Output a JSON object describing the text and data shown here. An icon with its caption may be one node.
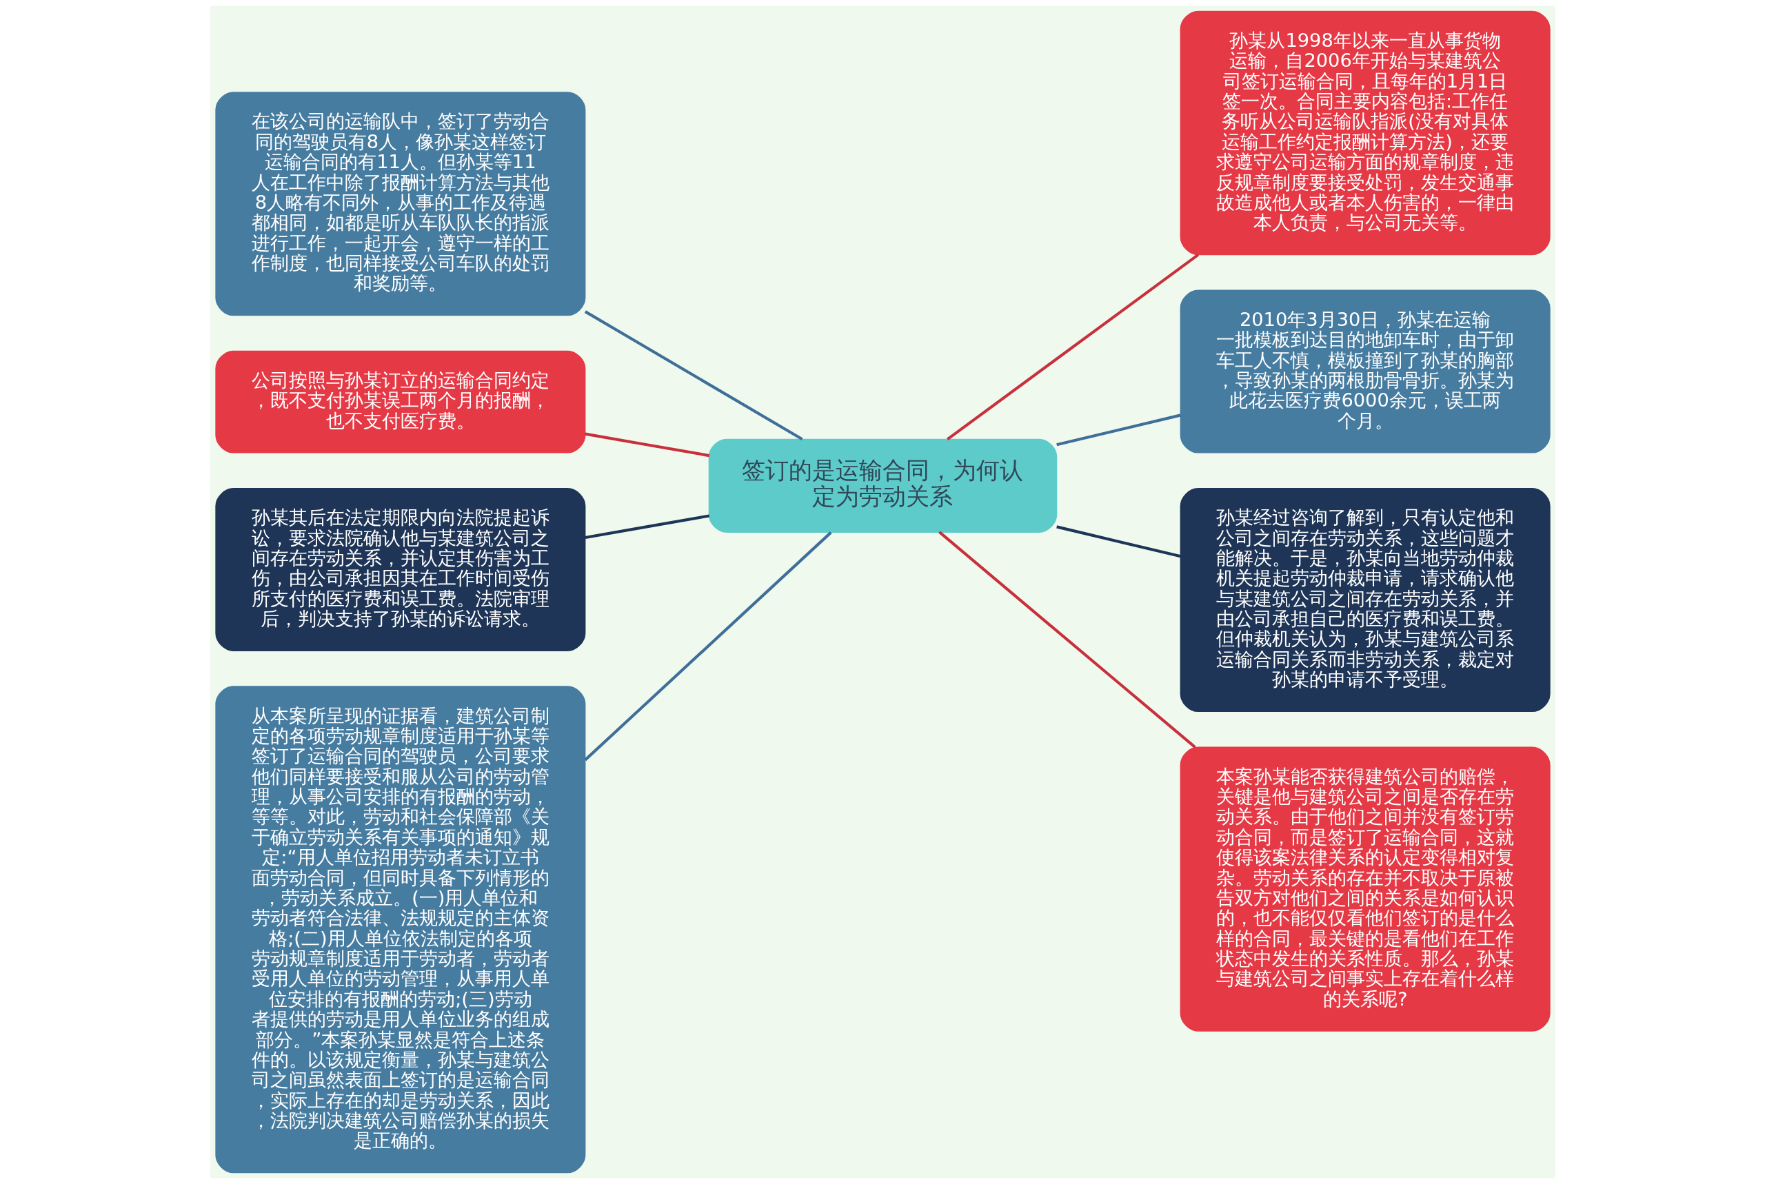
{
  "diagram": {
    "nodes": [
      {
        "text": [
          "签订的是运输合同，为何认定为劳动关系"
        ]
      },
      {
        "text": [
          "孙某从1998年以来一直从事货物运输，自2006年开始与某建筑公司签订运输合同，且每年的1月1日签一次。合同主要内容包括:工作任务听从公司运输队指派(没有对具体运输工作约定报酬计算方法)，还要求遵守公司运输方面的规章制度，违反规章制度要接受处罚，发生交通事故造成他人或者本人伤害的，一律由本人负责，与公司无关等。"
        ]
      },
      {
        "text": [
          "2010年3月30日，孙某在运输一批模板到达目的地卸车时，由于卸车工人不慎，模板撞到了孙某的胸部，导致孙某的两根肋骨骨折。孙某为此花去医疗费6000余元，误工两个月。"
        ]
      },
      {
        "text": [
          "孙某经过咨询了解到，只有认定他和公司之间存在劳动关系，这些问题才能解决。于是，孙某向当地劳动仲裁机关提起劳动仲裁申请，请求确认他与某建筑公司之间存在劳动关系，并由公司承担自己的医疗费和误工费。但仲裁机关认为，孙某与建筑公司系运输合同关系而非劳动关系，裁定对孙某的申请不予受理。"
        ]
      },
      {
        "text": [
          "本案孙某能否获得建筑公司的赔偿，关键是他与建筑公司之间是否存在劳动关系。由于他们之间并没有签订劳动合同，而是签订了运输合同，这就使得该案法律关系的认定变得相对复杂。劳动关系的存在并不取决于原被告双方对他们之间的关系是如何认识的，也不能仅仅看他们签订的是什么样的合同，最关键的是看他们在工作状态中发生的关系性质。那么，孙某与建筑公司之间事实上存在着什么样的关系呢?"
        ]
      },
      {
        "text": [
          "在该公司的运输队中，签订了劳动合同的驾驶员有8人，像孙某这样签订运输合同的有11人。但孙某等11人在工作中除了报酬计算方法与其他8人略有不同外，从事的工作及待遇都相同，如都是听从车队队长的指派进行工作，一起开会，遵守一样的工作制度，也同样接受公司车队的处罚和奖励等。"
        ]
      },
      {
        "text": [
          "公司按照与孙某订立的运输合同约定，既不支付孙某误工两个月的报酬，也不支付医疗费。"
        ]
      },
      {
        "text": [
          "孙某其后在法定期限内向法院提起诉讼，要求法院确认他与某建筑公司之间存在劳动关系，并认定其伤害为工伤，由公司承担因其在工作时间受伤所支付的医疗费和误工费。法院审理后，判决支持了孙某的诉讼请求。"
        ]
      },
      {
        "text": [
          "从本案所呈现的证据看，建筑公司制定的各项劳动规章制度适用于孙某等签订了运输合同的驾驶员，公司要求他们同样要接受和服从公司的劳动管理，从事公司安排的有报酬的劳动，等等。对此，劳动和社会保障部《关于确立劳动关系有关事项的通知》规定:“用人单位招用劳动者未订立书面劳动合同，但同时具备下列情形的，劳动关系成立。(一)用人单位和劳动者符合法律、法规规定的主体资格;(二)用人单位依法制定的各项劳动规章制度适用于劳动者，劳动者受用人单位的劳动管理，从事用人单位安排的有报酬的劳动;(三)劳动者提供的劳动是用人单位业务的组成部分。”本案孙某显然是符合上述条件的。以该规定衡量，孙某与建筑公司之间虽然表面上签订的是运输合同，实际上存在的却是劳动关系，因此，法院判决建筑公司赔偿孙某的损失是正确的。"
        ]
      }
    ],
    "edges": [
      {
        "from": 0,
        "to": 1,
        "arrow": "none",
        "color": "#c8303c"
      },
      {
        "from": 0,
        "to": 2,
        "arrow": "none",
        "color": "#3f6f99"
      },
      {
        "from": 0,
        "to": 3,
        "arrow": "none",
        "color": "#1e3557"
      },
      {
        "from": 0,
        "to": 4,
        "arrow": "none",
        "color": "#c8303c"
      },
      {
        "from": 0,
        "to": 5,
        "arrow": "none",
        "color": "#3f6f99"
      },
      {
        "from": 0,
        "to": 6,
        "arrow": "none",
        "color": "#c8303c"
      },
      {
        "from": 0,
        "to": 7,
        "arrow": "none",
        "color": "#1e3557"
      },
      {
        "from": 0,
        "to": 8,
        "arrow": "none",
        "color": "#3f6f99"
      }
    ]
  }
}
